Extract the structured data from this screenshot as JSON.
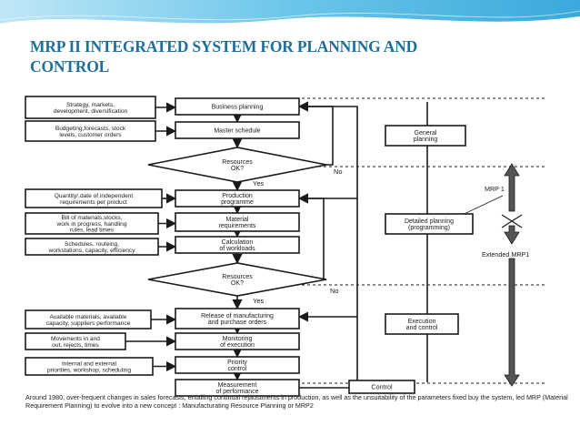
{
  "slide": {
    "title_line1": "MRP II INTEGRATED SYSTEM FOR PLANNING AND",
    "title_line2": "CONTROL"
  },
  "inputs": [
    {
      "lines": [
        "Strategy, markets,",
        "development, diversification"
      ]
    },
    {
      "lines": [
        "Budgeting,forecasts, stock",
        "levels, customer orders"
      ]
    },
    {
      "lines": [
        "Quantity/.date of independent",
        "requirements per product"
      ]
    },
    {
      "lines": [
        "Bill of materials,stocks,",
        "work in progress, handling",
        "rules, lead times"
      ]
    },
    {
      "lines": [
        "Schedules, routeing,",
        "workstations, capacity, efficiency"
      ]
    },
    {
      "lines": [
        "Available materials, available",
        "capacity, suppliers performance"
      ]
    },
    {
      "lines": [
        "Movements in and",
        "out, rejects, times"
      ]
    },
    {
      "lines": [
        "Internal and external",
        "priorities, workshop, scheduling"
      ]
    }
  ],
  "process": [
    {
      "lines": [
        "Business  planning"
      ]
    },
    {
      "lines": [
        "Master schedule"
      ]
    },
    {
      "lines": [
        "Production",
        "programme"
      ]
    },
    {
      "lines": [
        "Material",
        "requirements"
      ]
    },
    {
      "lines": [
        "Calculation",
        "of workloads"
      ]
    },
    {
      "lines": [
        "Release of manufacturing",
        "and purchase orders"
      ]
    },
    {
      "lines": [
        "Monitoring",
        "of execution"
      ]
    },
    {
      "lines": [
        "Priority",
        "control"
      ]
    },
    {
      "lines": [
        "Measurement",
        "of performance"
      ]
    }
  ],
  "decisions": [
    {
      "lines": [
        "Resources",
        "OK?"
      ]
    },
    {
      "lines": [
        "Resources",
        "OK?"
      ]
    }
  ],
  "flow_labels": {
    "yes1": "Yes",
    "no1": "No",
    "yes2": "Yes",
    "no2": "No"
  },
  "control_box": "Control",
  "phases": [
    {
      "lines": [
        "General",
        "planning"
      ]
    },
    {
      "lines": [
        "Detailed planning",
        "(programming)"
      ]
    },
    {
      "lines": [
        "Execution",
        "and control"
      ]
    }
  ],
  "scope_labels": {
    "mrp1": "MRP 1",
    "extended": "Extended MRP1"
  },
  "caption": "Around 1980, over-frequent changes in sales forecasts, entailing continual rejaustments in production, as well as the unsuitability of the parameters fixed buy the system, led MRP (Material Requirement Planning) to evolve into a new concept : Manufacturating Resource Planning or MRP2",
  "colors": {
    "title": "#1f6f9a",
    "band": "#6cc6ea",
    "ink": "#1a1a1a"
  }
}
